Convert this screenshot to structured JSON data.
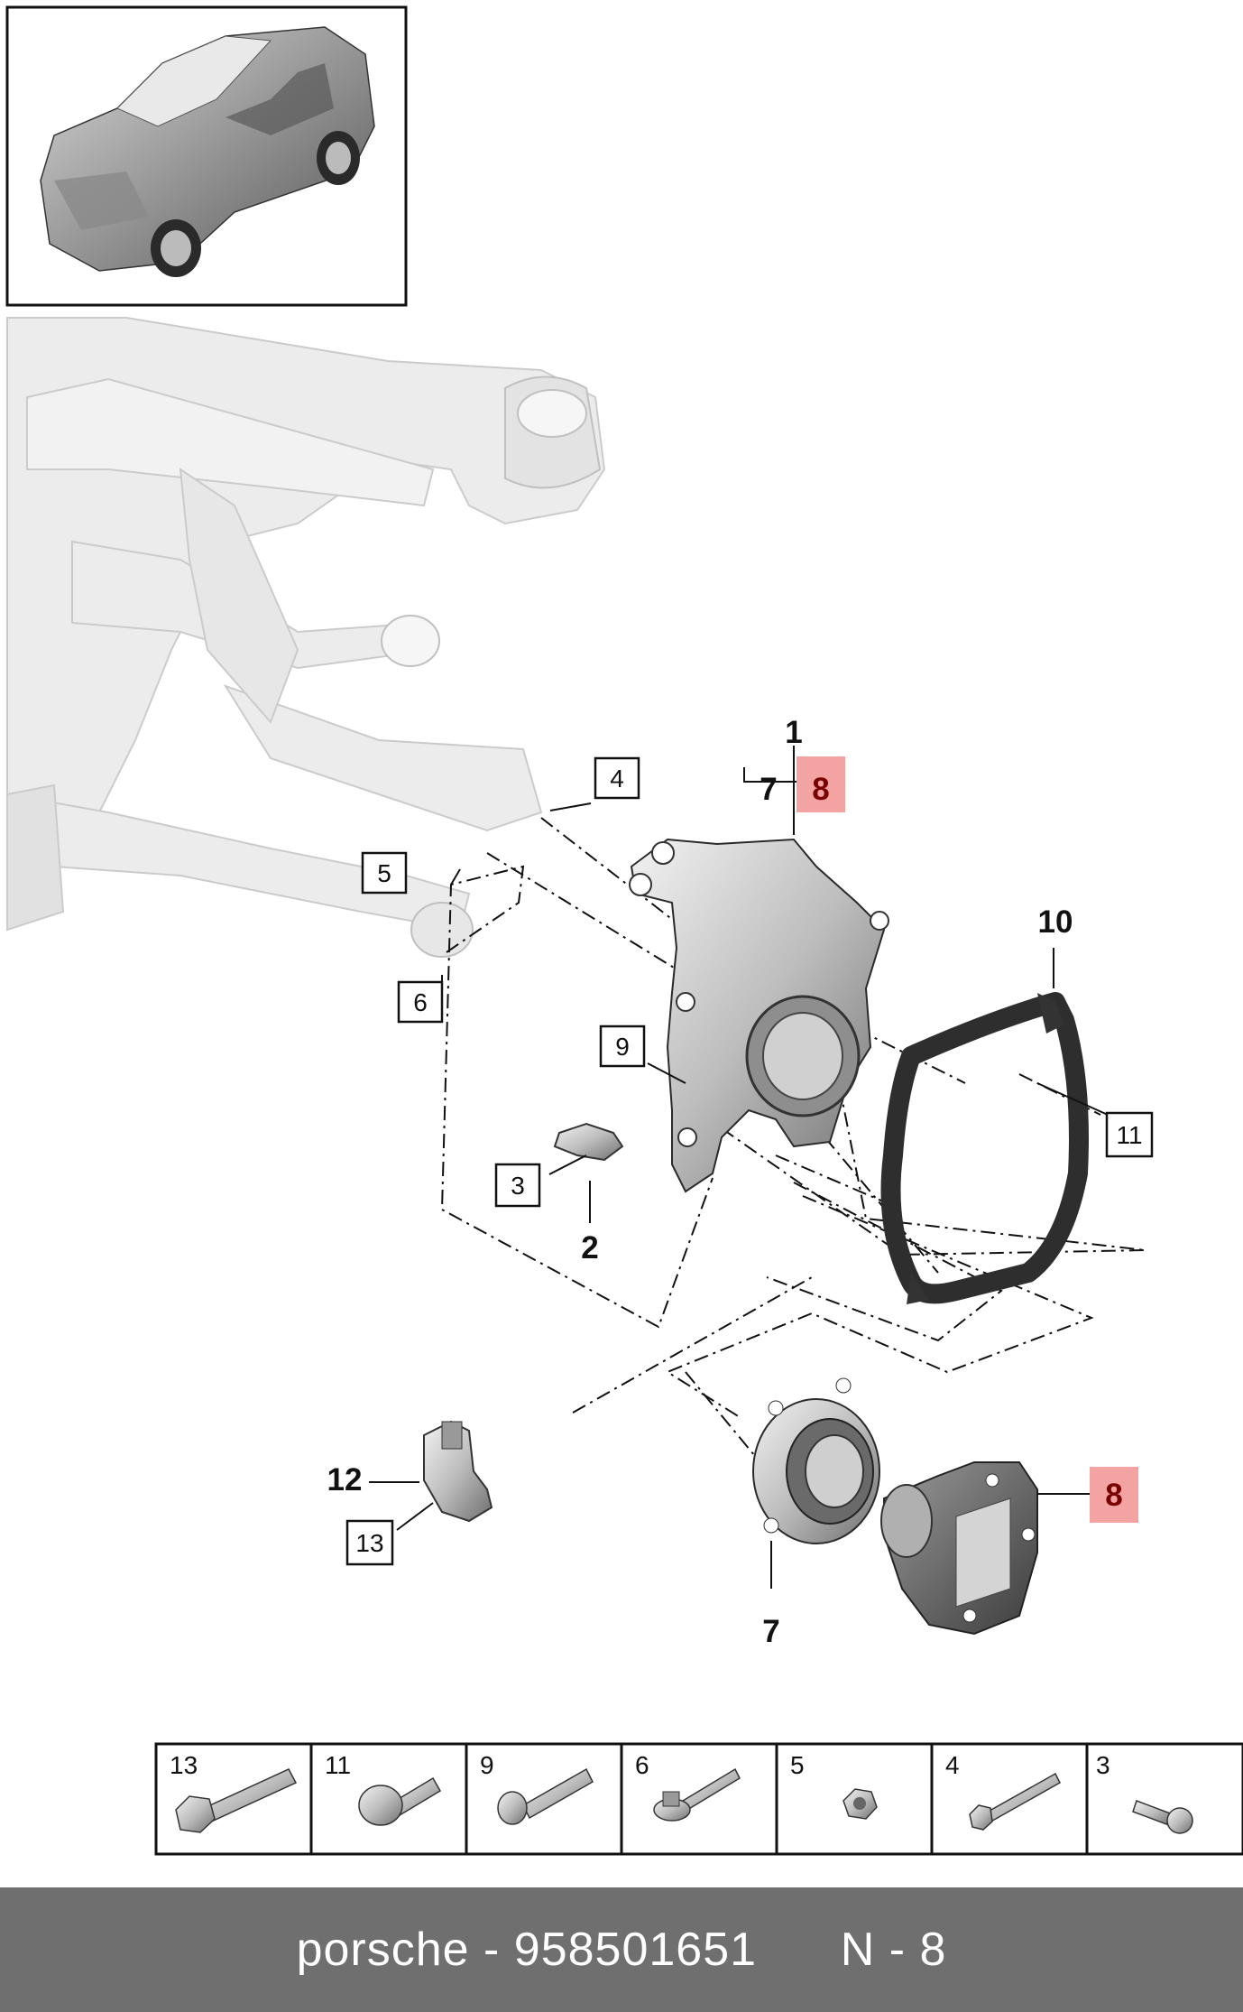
{
  "callouts": {
    "c1": "1",
    "c2": "2",
    "c3": "3",
    "c4": "4",
    "c5": "5",
    "c6": "6",
    "c7_top": "7",
    "c8_top": "8",
    "c9": "9",
    "c10": "10",
    "c11": "11",
    "c12": "12",
    "c13": "13",
    "c7_bottom": "7",
    "c8_right": "8"
  },
  "fasteners_table": [
    "13",
    "11",
    "9",
    "6",
    "5",
    "4",
    "3"
  ],
  "footer": {
    "brand": "porsche",
    "separator": " - ",
    "part_number": "958501651",
    "gap": "      ",
    "page": "N - 8"
  },
  "colors": {
    "highlight": "#f4a3a3",
    "footer_bg": "#6f6f6f",
    "line": "#111111"
  },
  "icons": [
    "car-thumbnail-icon",
    "subframe-icon",
    "wheel-carrier-icon",
    "dust-shield-icon",
    "wheel-bearing-icon",
    "wheel-hub-icon",
    "sensor-icon",
    "bolt-icon",
    "nut-icon"
  ]
}
